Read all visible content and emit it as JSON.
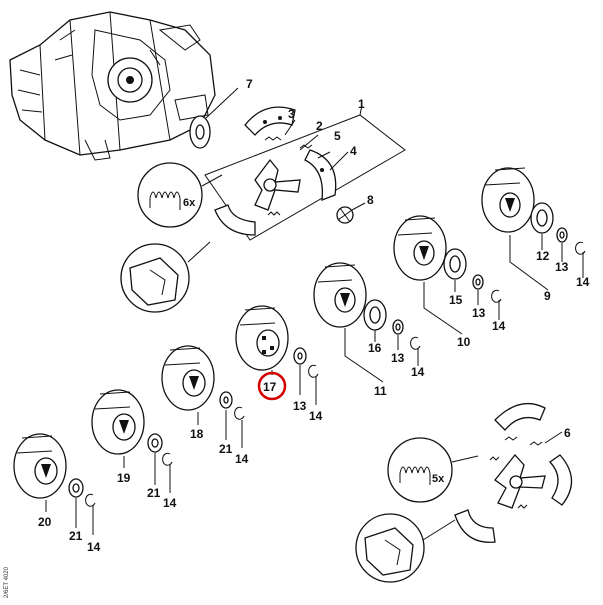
{
  "diagram": {
    "callouts": {
      "c1": "1",
      "c2": "2",
      "c3": "3",
      "c4": "4",
      "c5": "5",
      "c6": "6",
      "c7": "7",
      "c8": "8",
      "c9": "9",
      "c10": "10",
      "c11": "11",
      "c12": "12",
      "c13": "13",
      "c14": "14",
      "c15": "15",
      "c16": "16",
      "c17": "17",
      "c18": "18",
      "c19": "19",
      "c20": "20",
      "c21": "21"
    },
    "spring_qty_top": "6x",
    "spring_qty_bottom": "5x",
    "side_code": "2/6ET 4020",
    "highlighted_part": "17",
    "highlight_color": "#d40000"
  }
}
